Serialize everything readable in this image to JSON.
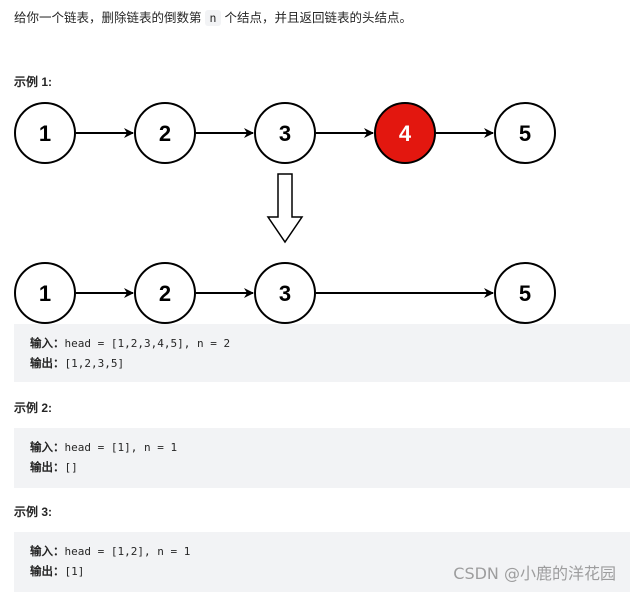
{
  "problem": {
    "desc_before": "给你一个链表，删除链表的倒数第",
    "desc_code": "n",
    "desc_after": "个结点，并且返回链表的头结点。"
  },
  "examples": [
    {
      "heading": "示例 1:",
      "input_label": "输入：",
      "input_value": "head = [1,2,3,4,5], n = 2",
      "output_label": "输出：",
      "output_value": "[1,2,3,5]"
    },
    {
      "heading": "示例 2:",
      "input_label": "输入：",
      "input_value": "head = [1], n = 1",
      "output_label": "输出：",
      "output_value": "[]"
    },
    {
      "heading": "示例 3:",
      "input_label": "输入：",
      "input_value": "head = [1,2], n = 1",
      "output_label": "输出：",
      "output_value": "[1]"
    }
  ],
  "diagram": {
    "before": [
      "1",
      "2",
      "3",
      "4",
      "5"
    ],
    "highlight": "4",
    "after": [
      "1",
      "2",
      "3",
      "5"
    ],
    "highlight_color": "#e3170f"
  },
  "watermark": "CSDN @小鹿的洋花园"
}
